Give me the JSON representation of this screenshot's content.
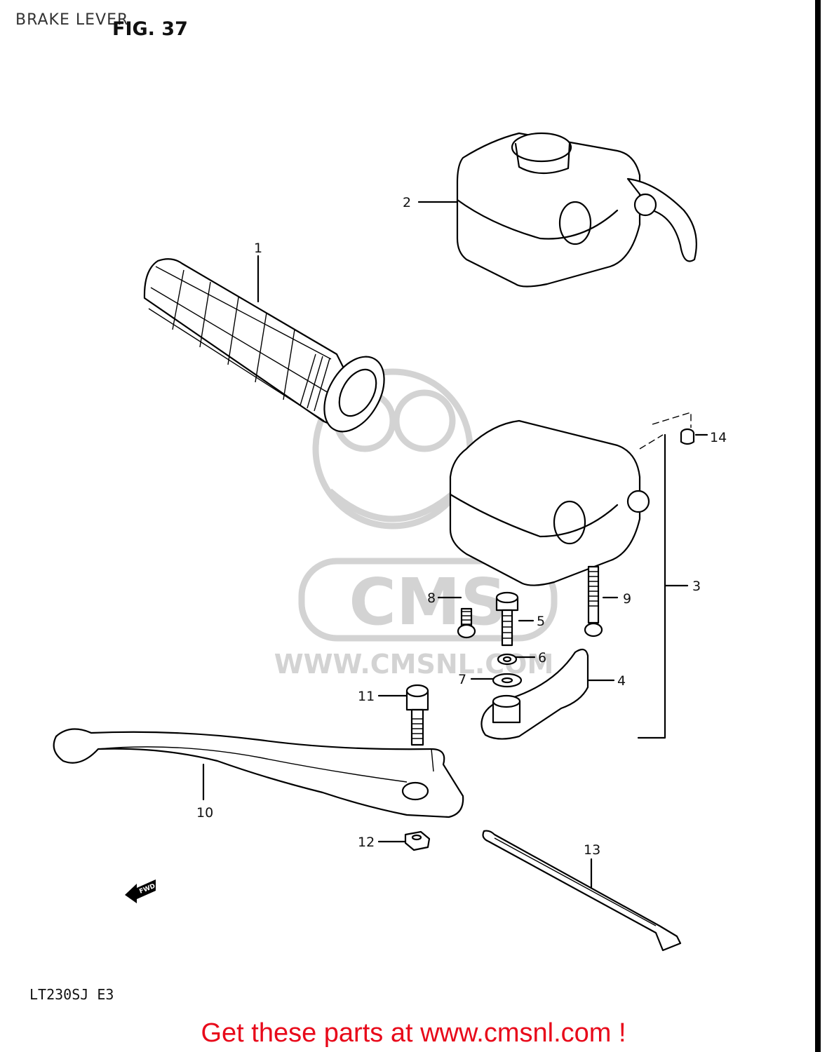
{
  "header": {
    "title": "BRAKE LEVER",
    "figure": "FIG. 37"
  },
  "model_code": "LT230SJ E3",
  "footer_text": "Get these parts at www.cmsnl.com !",
  "watermark": {
    "logo": "CMS",
    "url": "WWW.CMSNL.COM"
  },
  "callouts": [
    {
      "id": "1",
      "label": "1"
    },
    {
      "id": "2",
      "label": "2"
    },
    {
      "id": "3",
      "label": "3"
    },
    {
      "id": "4",
      "label": "4"
    },
    {
      "id": "5",
      "label": "5"
    },
    {
      "id": "6",
      "label": "6"
    },
    {
      "id": "7",
      "label": "7"
    },
    {
      "id": "8",
      "label": "8"
    },
    {
      "id": "9",
      "label": "9"
    },
    {
      "id": "10",
      "label": "10"
    },
    {
      "id": "11",
      "label": "11"
    },
    {
      "id": "12",
      "label": "12"
    },
    {
      "id": "13",
      "label": "13"
    },
    {
      "id": "14",
      "label": "14"
    }
  ],
  "direction_arrow": "FWD",
  "colors": {
    "footer": "#e8091a",
    "lines": "#000000",
    "watermark": "#cfcfcf"
  }
}
